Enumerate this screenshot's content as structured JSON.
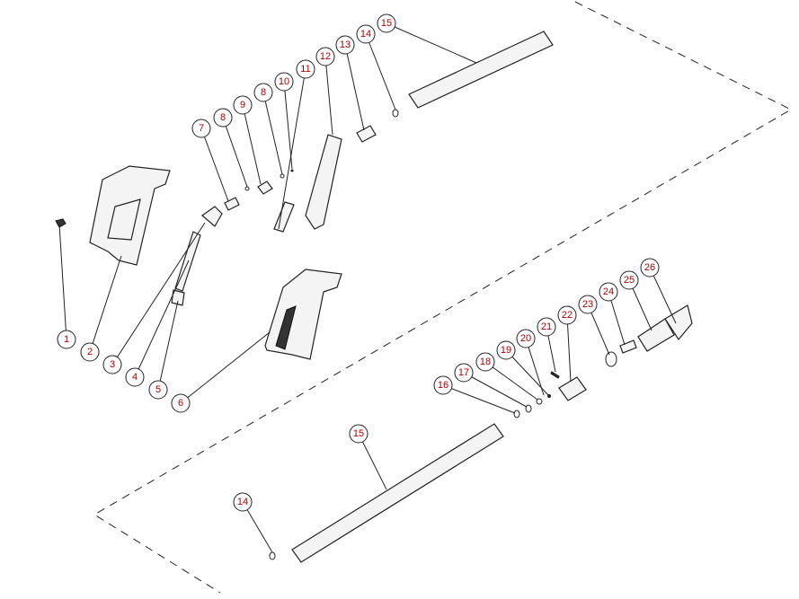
{
  "callouts": [
    {
      "label": "1"
    },
    {
      "label": "2"
    },
    {
      "label": "3"
    },
    {
      "label": "4"
    },
    {
      "label": "5"
    },
    {
      "label": "6"
    },
    {
      "label": "7"
    },
    {
      "label": "8"
    },
    {
      "label": "9"
    },
    {
      "label": "8"
    },
    {
      "label": "10"
    },
    {
      "label": "11"
    },
    {
      "label": "12"
    },
    {
      "label": "13"
    },
    {
      "label": "14"
    },
    {
      "label": "15"
    },
    {
      "label": "16"
    },
    {
      "label": "17"
    },
    {
      "label": "18"
    },
    {
      "label": "19"
    },
    {
      "label": "20"
    },
    {
      "label": "21"
    },
    {
      "label": "22"
    },
    {
      "label": "23"
    },
    {
      "label": "24"
    },
    {
      "label": "25"
    },
    {
      "label": "26"
    },
    {
      "label": "15"
    },
    {
      "label": "14"
    }
  ],
  "colors": {
    "callout_text": "#b00000",
    "line": "#222222"
  }
}
